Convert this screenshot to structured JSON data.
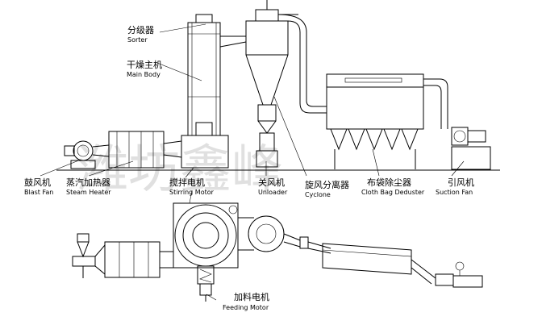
{
  "watermark": "潍坊鑫峰",
  "labels": {
    "sorter": {
      "cn": "分级器",
      "en": "Sorter"
    },
    "main_body": {
      "cn": "干燥主机",
      "en": "Main Body"
    },
    "blast_fan": {
      "cn": "鼓风机",
      "en": "Blast Fan"
    },
    "steam_heater": {
      "cn": "蒸汽加热器",
      "en": "Steam Heater"
    },
    "stirring_motor": {
      "cn": "搅拌电机",
      "en": "Stirring Motor"
    },
    "unloader": {
      "cn": "关风机",
      "en": "Unloader"
    },
    "cyclone": {
      "cn": "旋风分离器",
      "en": "Cyclone"
    },
    "cloth_bag": {
      "cn": "布袋除尘器",
      "en": "Cloth Bag Deduster"
    },
    "suction_fan": {
      "cn": "引风机",
      "en": "Suction Fan"
    },
    "feeding_motor": {
      "cn": "加料电机",
      "en": "Feeding Motor"
    }
  }
}
